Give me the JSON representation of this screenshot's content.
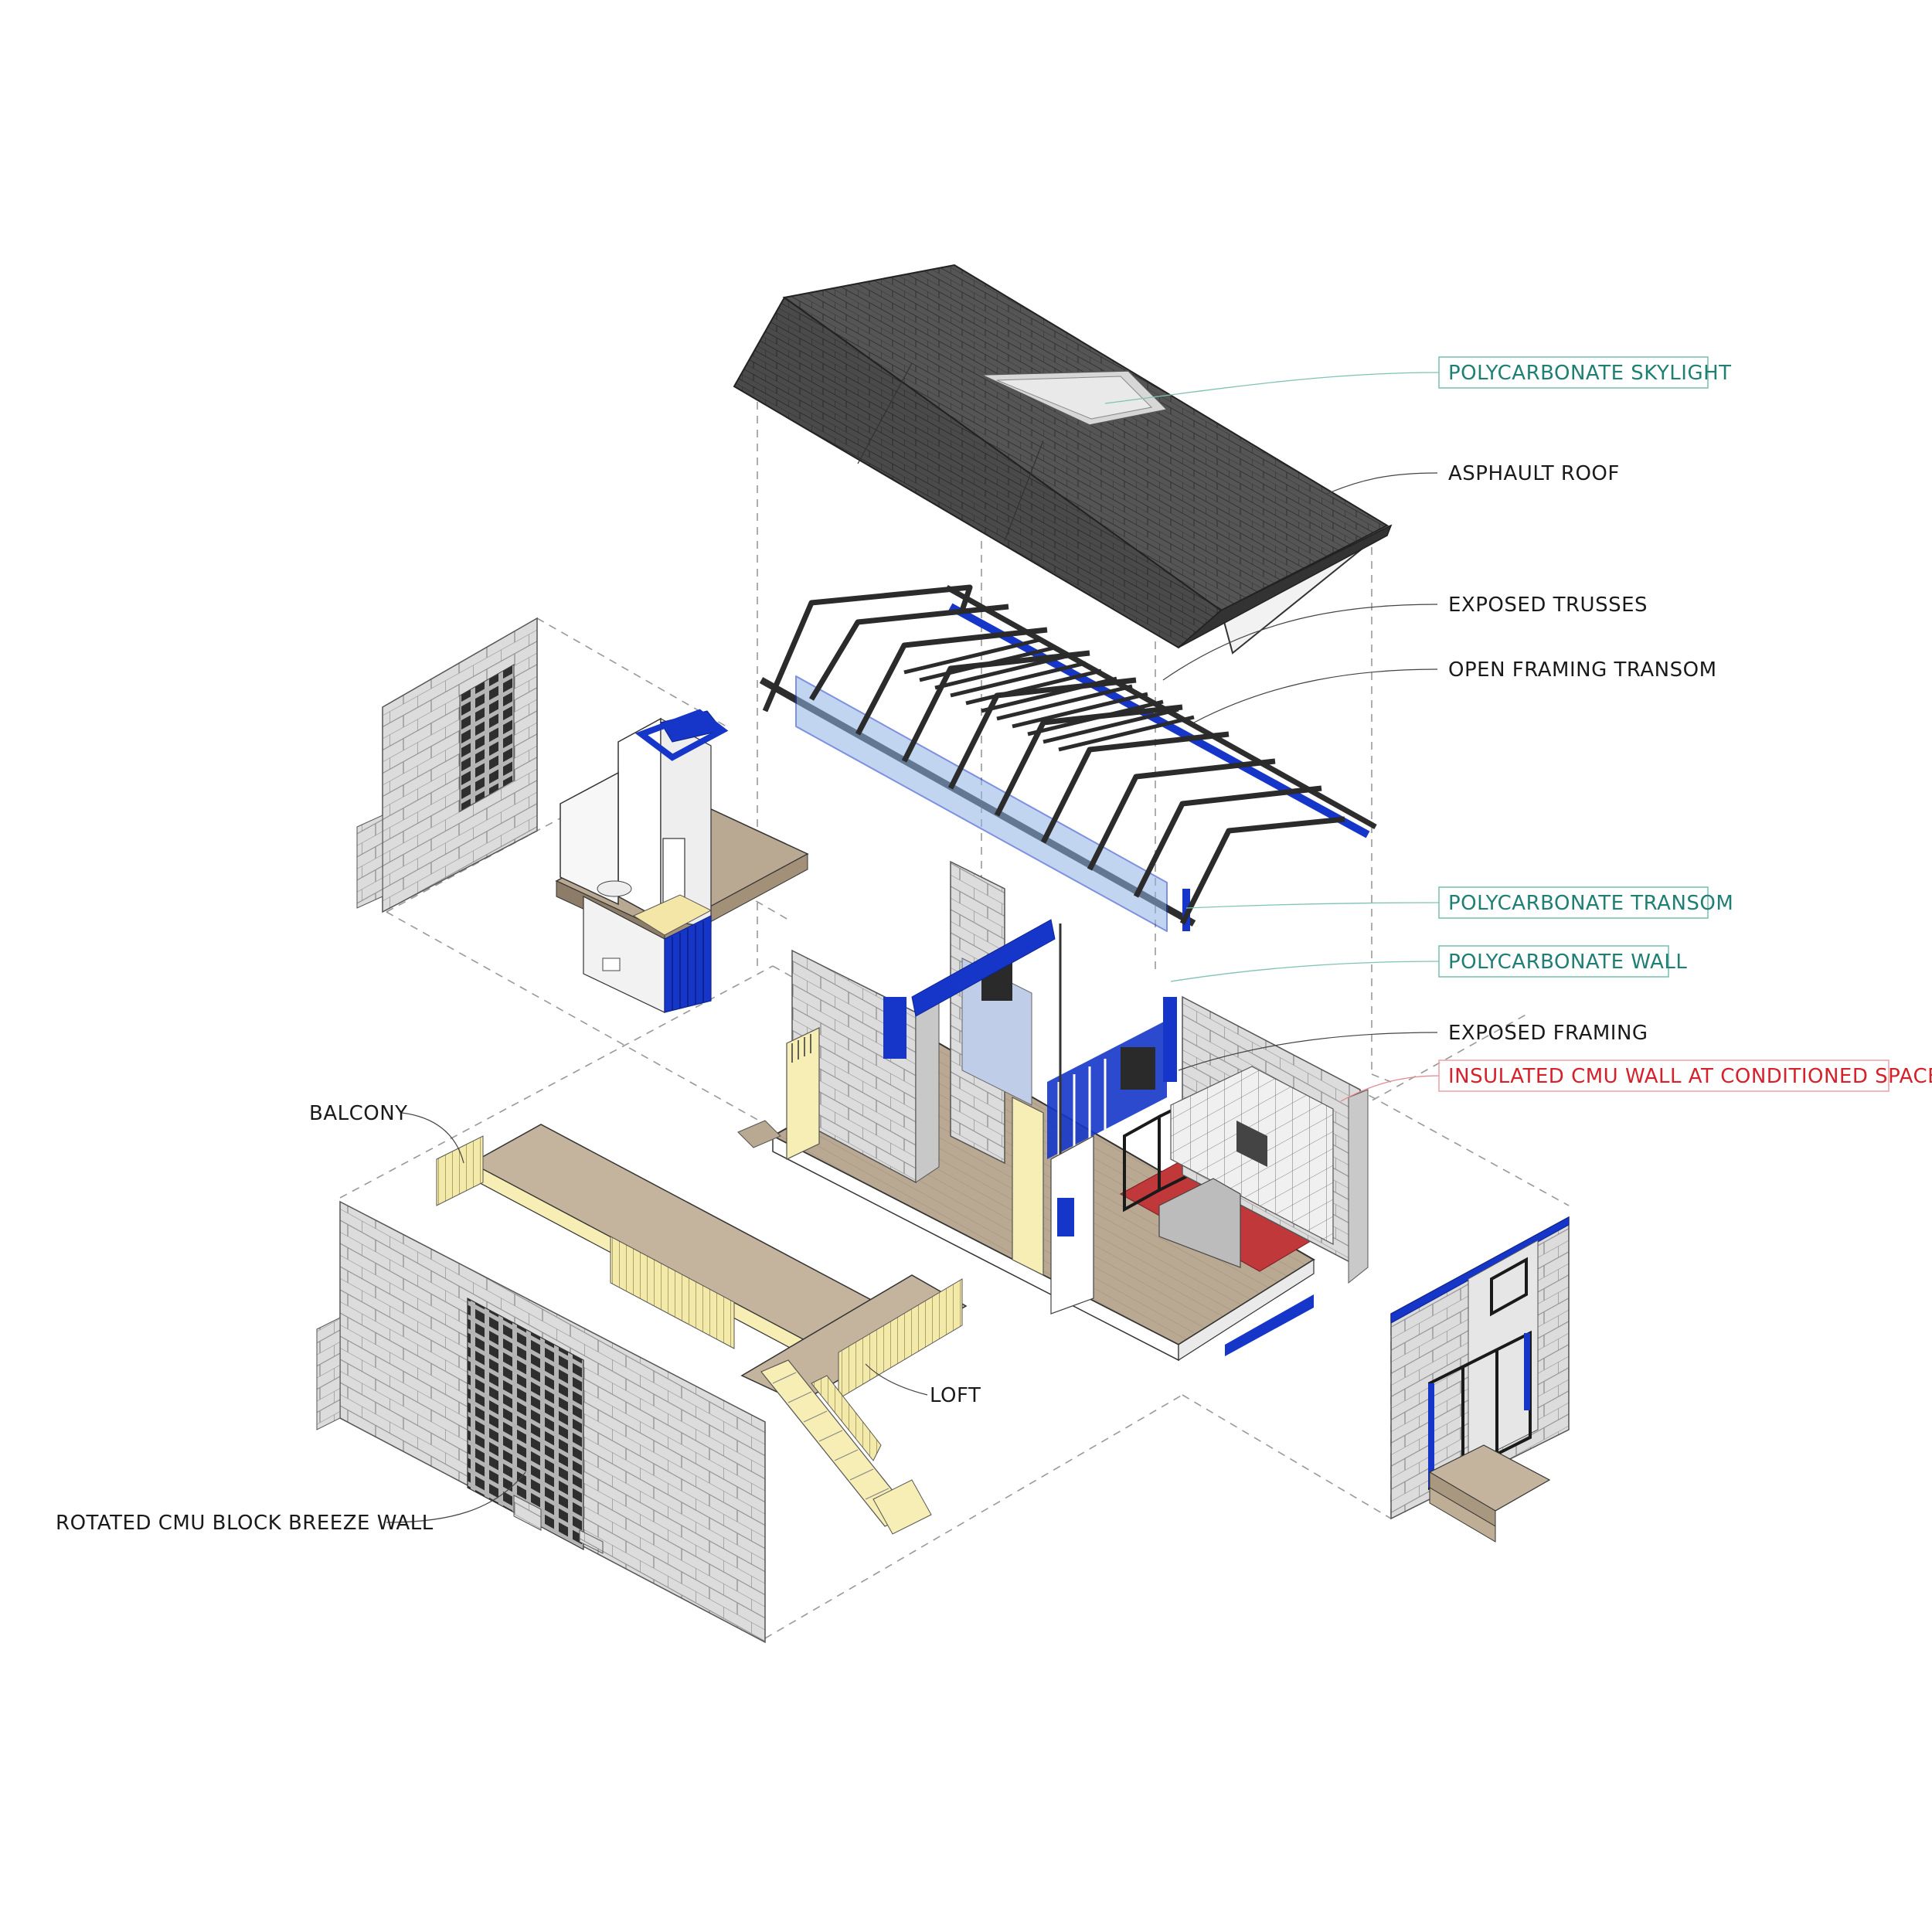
{
  "labels": {
    "skylight": "POLYCARBONATE SKYLIGHT",
    "roof": "ASPHAULT ROOF",
    "trusses": "EXPOSED TRUSSES",
    "open_transom": "OPEN FRAMING TRANSOM",
    "poly_transom": "POLYCARBONATE TRANSOM",
    "poly_wall": "POLYCARBONATE WALL",
    "exposed_framing": "EXPOSED FRAMING",
    "insulated_cmu": "INSULATED CMU WALL AT CONDITIONED SPACE",
    "balcony": "BALCONY",
    "loft": "LOFT",
    "breeze_wall": "ROTATED CMU BLOCK BREEZE WALL"
  },
  "colors": {
    "cmu": "#dcdcdc",
    "roof": "#4a4a4a",
    "framing_blue": "#1536c8",
    "wood": "#b9a892",
    "stair_yellow": "#f6eeb4",
    "floor_red": "#c1383b",
    "teal_label": "#1f7f74",
    "red_label": "#d6202a"
  }
}
